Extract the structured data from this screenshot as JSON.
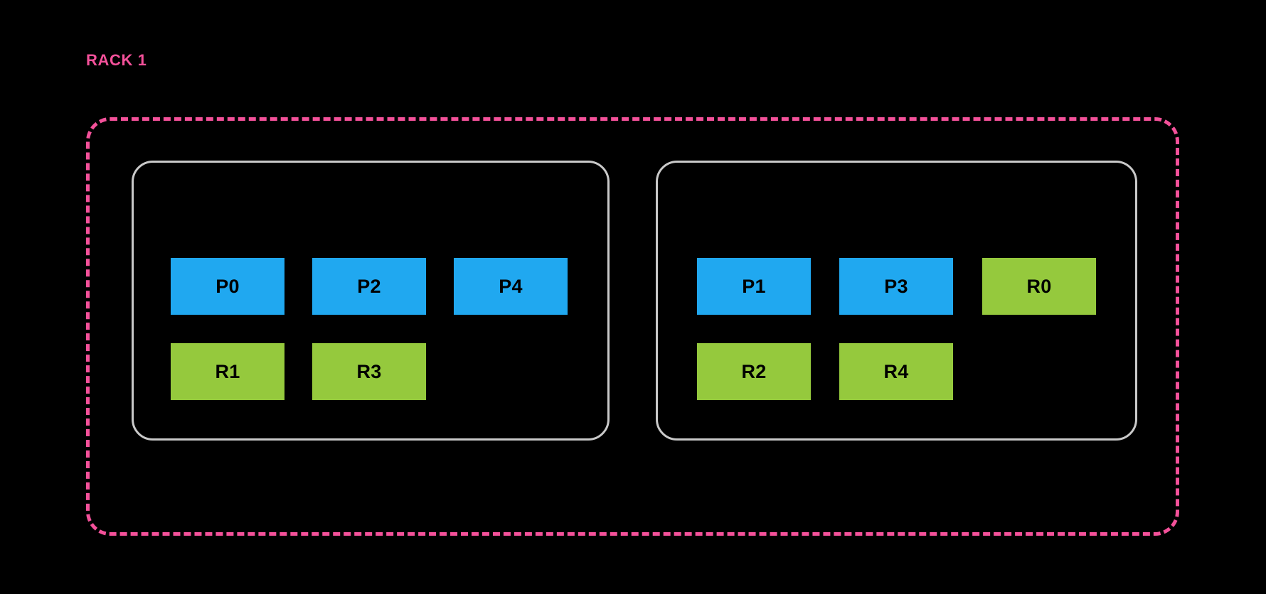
{
  "diagram": {
    "title": "RACK 1",
    "background_color": "#000000",
    "colors": {
      "rack_accent": "#f4519a",
      "node_border": "#c9c9c9",
      "primary_shard": "#20a8f0",
      "replica_shard": "#95c93d",
      "shard_label": "#000000"
    },
    "rack": {
      "label": "RACK 1",
      "border_style": "dashed",
      "nodes": [
        {
          "name": "node-left",
          "rows": [
            {
              "name": "primary-row",
              "shards": [
                {
                  "label": "P0",
                  "type": "primary"
                },
                {
                  "label": "P2",
                  "type": "primary"
                },
                {
                  "label": "P4",
                  "type": "primary"
                }
              ]
            },
            {
              "name": "replica-row",
              "shards": [
                {
                  "label": "R1",
                  "type": "replica"
                },
                {
                  "label": "R3",
                  "type": "replica"
                }
              ]
            }
          ]
        },
        {
          "name": "node-right",
          "rows": [
            {
              "name": "primary-row",
              "shards": [
                {
                  "label": "P1",
                  "type": "primary"
                },
                {
                  "label": "P3",
                  "type": "primary"
                },
                {
                  "label": "R0",
                  "type": "replica"
                }
              ]
            },
            {
              "name": "replica-row",
              "shards": [
                {
                  "label": "R2",
                  "type": "replica"
                },
                {
                  "label": "R4",
                  "type": "replica"
                }
              ]
            }
          ]
        }
      ]
    }
  }
}
